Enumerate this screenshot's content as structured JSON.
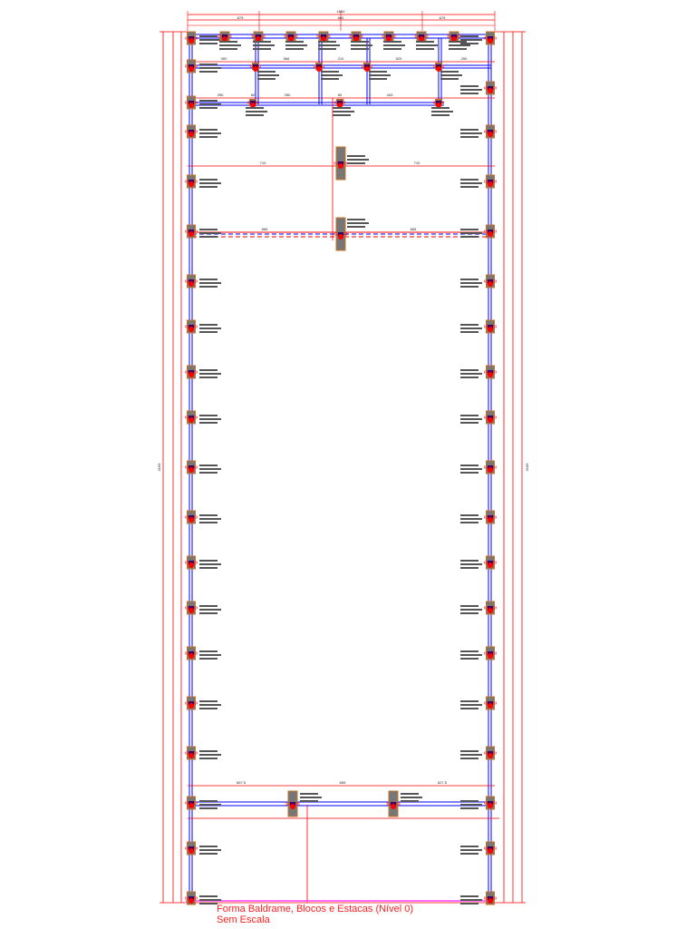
{
  "drawing": {
    "title": "Forma Baldrame, Blocos e Estacas (Nível 0)",
    "scale_note": "Sem Escala",
    "colors": {
      "dimension": "#ff0000",
      "beam": "#0000ff",
      "block": "#c87020",
      "pile": "#ff0000",
      "column": "#000080",
      "grade_line": "#ff40ff"
    },
    "dimensions": {
      "overall_width": "1660",
      "top_segments": [
        "679",
        "660",
        "679"
      ],
      "row_180": [
        "710",
        "710"
      ],
      "row_255": [
        "665",
        "665"
      ],
      "row_865": [
        "657.5",
        "655",
        "627.5"
      ],
      "overall_height": "4165"
    }
  }
}
